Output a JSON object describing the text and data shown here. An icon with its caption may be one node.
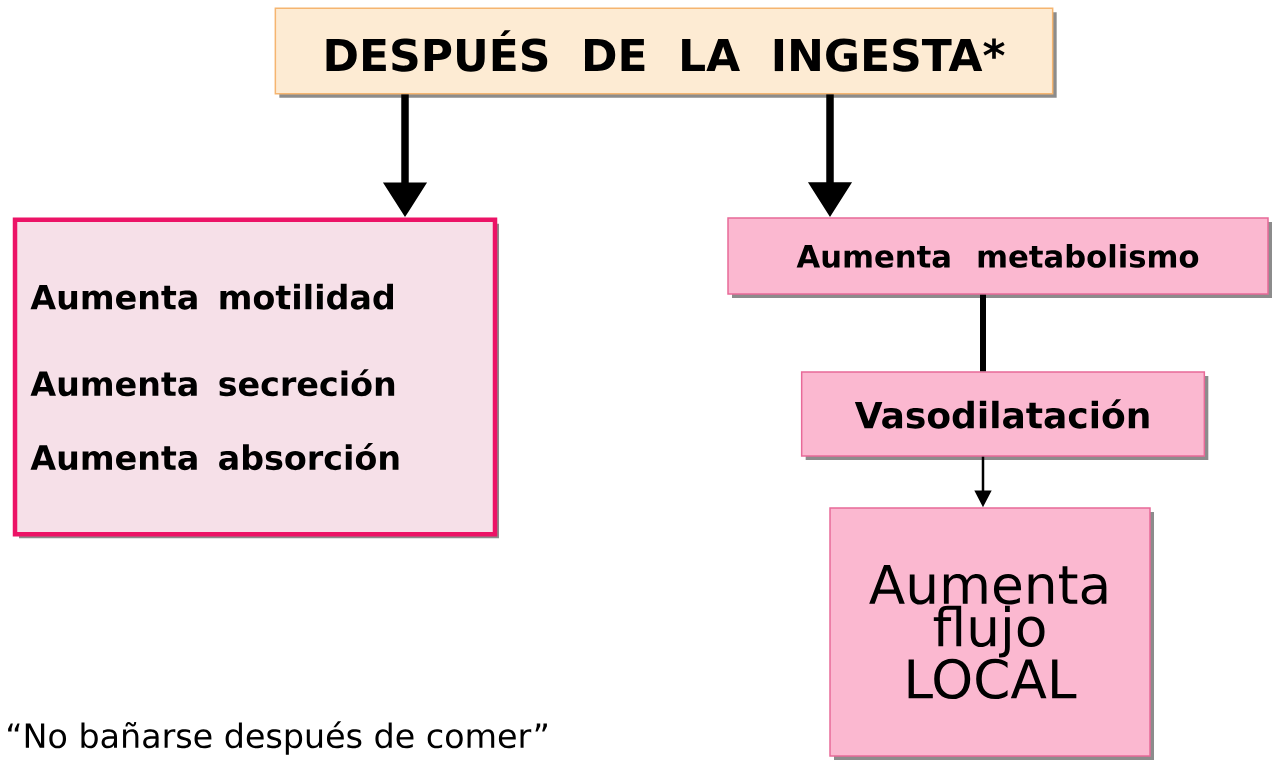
{
  "diagram": {
    "nodes": [
      {
        "text": [
          "DESPUÉS DE LA INGESTA*"
        ]
      },
      {
        "text": [
          "Aumenta motilidad",
          "Aumenta secreción",
          "Aumenta absorción"
        ]
      },
      {
        "text": [
          "Aumenta metabolismo"
        ]
      },
      {
        "text": [
          "Vasodilatación"
        ]
      },
      {
        "text": [
          "Aumenta flujo LOCAL"
        ]
      }
    ],
    "edges": [
      {
        "from": 0,
        "to": 1,
        "arrow": "to"
      },
      {
        "from": 0,
        "to": 2,
        "arrow": "to"
      },
      {
        "from": 2,
        "to": 3,
        "arrow": "none"
      },
      {
        "from": 3,
        "to": 4,
        "arrow": "to"
      }
    ],
    "labels": [
      "“No bañarse después de comer”"
    ]
  }
}
